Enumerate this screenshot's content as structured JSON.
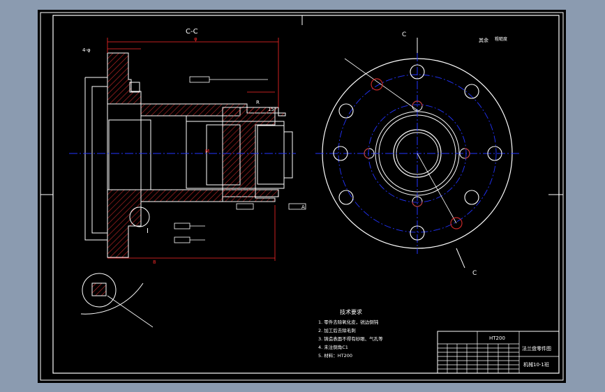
{
  "drawing": {
    "section_label": "C-C",
    "section_marker": "C",
    "detail_label": "I",
    "scale_label": "其余",
    "tolerance_note": "粗糙度",
    "datum_label": "A",
    "dimension_marks": [
      "φ",
      "M",
      "R",
      "15°",
      "4-φ",
      "8"
    ]
  },
  "technical_requirements": {
    "title": "技术要求",
    "items": [
      "1. 零件去除氧化皮，锐边倒钝",
      "2. 加工后去除毛刺",
      "3. 铸造表面不得有砂眼、气孔等",
      "4. 未注倒角C1",
      "5. 材料：HT200"
    ]
  },
  "title_block": {
    "material": "HT200",
    "part_name": "法兰盘零件图",
    "drawing_no": "机械10-1班"
  },
  "colors": {
    "sheet": "#000000",
    "border": "#ffffff",
    "hatch": "#c62828",
    "center_line": "#2233ff",
    "dimension": "#ff2a2a"
  }
}
